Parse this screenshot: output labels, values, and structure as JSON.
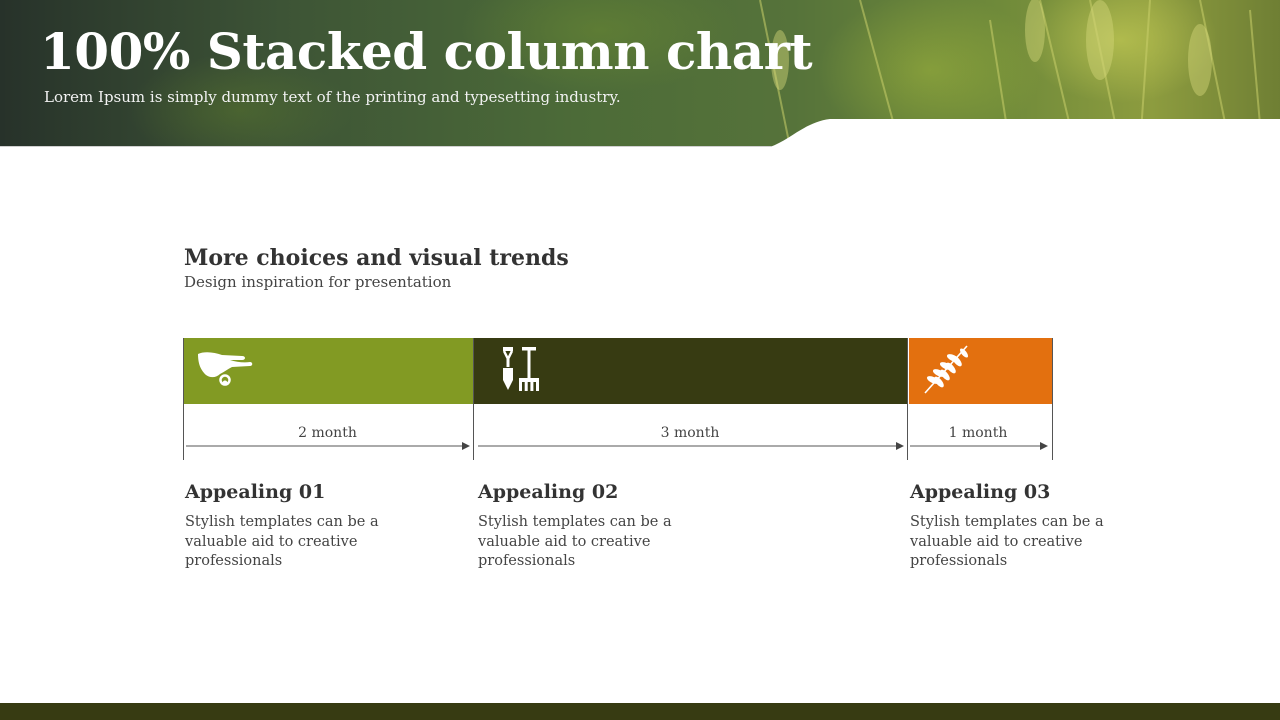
{
  "header": {
    "title": "100% Stacked column chart",
    "subtitle": "Lorem Ipsum is simply dummy  text of the printing and typesetting industry."
  },
  "section": {
    "title": "More choices and visual trends",
    "subtitle": "Design inspiration for presentation"
  },
  "timeline": {
    "steps": [
      {
        "title": "Appealing 01",
        "duration": "2 month",
        "months": 2,
        "color": "#829a23",
        "icon": "hand-planting-seed-icon",
        "description": "Stylish templates can be a valuable aid to creative professionals"
      },
      {
        "title": "Appealing 02",
        "duration": "3 month",
        "months": 3,
        "color": "#373b12",
        "icon": "garden-tools-icon",
        "description": "Stylish templates can be a valuable aid to creative professionals"
      },
      {
        "title": "Appealing 03",
        "duration": "1 month",
        "months": 1,
        "color": "#e3700f",
        "icon": "wheat-icon",
        "description": "Stylish templates can be a valuable aid to creative professionals"
      }
    ]
  },
  "colors": {
    "footer": "#373b12",
    "text": "#333333"
  }
}
